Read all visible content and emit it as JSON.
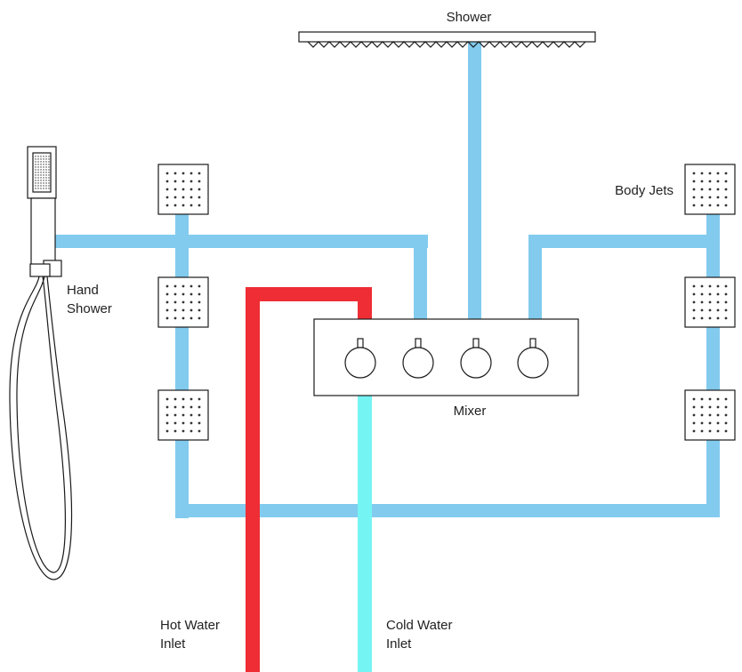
{
  "labels": {
    "shower": "Shower",
    "body_jets": "Body Jets",
    "hand_line1": "Hand",
    "hand_line2": "Shower",
    "mixer": "Mixer",
    "hot_line1": "Hot Water",
    "hot_line2": "Inlet",
    "cold_line1": "Cold Water",
    "cold_line2": "Inlet"
  },
  "components": {
    "mixer_handles": 4,
    "body_jets": 6
  },
  "colors": {
    "distribution_pipe": "#82cbee",
    "hot_pipe": "#ee2d34",
    "cold_pipe": "#75f4f4",
    "outline": "#1a1a1a"
  }
}
